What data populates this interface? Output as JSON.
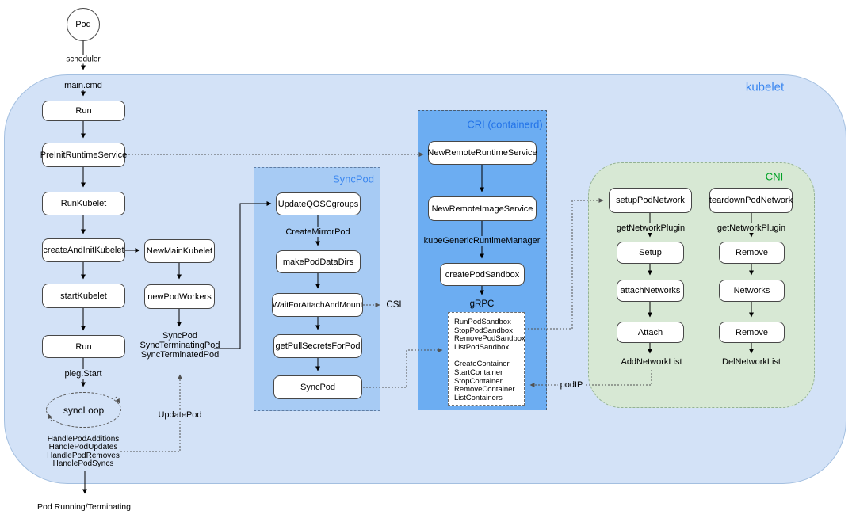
{
  "titles": {
    "kubelet": "kubelet",
    "syncpod": "SyncPod",
    "cri": "CRI (containerd)",
    "cni": "CNI"
  },
  "nodes": {
    "pod": "Pod",
    "run1": "Run",
    "preinit": "PreInitRuntimeService",
    "run_kubelet": "RunKubelet",
    "create_and_init_kubelet": "createAndInitKubelet",
    "start_kubelet": "startKubelet",
    "run2": "Run",
    "sync_loop": "syncLoop",
    "new_main_kubelet": "NewMainKubelet",
    "new_pod_workers": "newPodWorkers",
    "update_qos_cgroups": "UpdateQOSCgroups",
    "make_pod_data_dirs": "makePodDataDirs",
    "wait_for_attach_and_mount": "WaitForAttachAndMount",
    "get_pull_secrets_for_pod": "getPullSecretsForPod",
    "sync_pod": "SyncPod",
    "new_remote_runtime_service": "NewRemoteRuntimeService",
    "new_remote_image_service": "NewRemoteImageService",
    "create_pod_sandbox": "createPodSandbox",
    "setup_pod_network": "setupPodNetwork",
    "teardown_pod_network": "teardownPodNetwork",
    "setup": "Setup",
    "remove_plugin": "Remove",
    "attach_networks": "attachNetworks",
    "networks": "Networks",
    "attach": "Attach",
    "remove_networks": "Remove"
  },
  "labels": {
    "scheduler": "scheduler",
    "main_cmd": "main.cmd",
    "pleg_start": "pleg.Start",
    "update_pod": "UpdatePod",
    "pod_running": "Pod Running/Terminating",
    "create_mirror_pod": "CreateMirrorPod",
    "csi": "CSI",
    "kube_generic_runtime_manager": "kubeGenericRuntimeManager",
    "grpc": "gRPC",
    "pod_ip": "podIP",
    "get_network_plugin_left": "getNetworkPlugin",
    "get_network_plugin_right": "getNetworkPlugin",
    "add_network_list": "AddNetworkList",
    "del_network_list": "DelNetworkList"
  },
  "sync_calls": [
    "SyncPod",
    "SyncTerminatingPod",
    "SyncTerminatedPod"
  ],
  "handle_calls": [
    "HandlePodAdditions",
    "HandlePodUpdates",
    "HandlePodRemoves",
    "HandlePodSyncs"
  ],
  "grpc_sandbox_calls": [
    "RunPodSandbox",
    "StopPodSandbox",
    "RemovePodSandbox",
    "ListPodSandbox"
  ],
  "grpc_container_calls": [
    "CreateContainer",
    "StartContainer",
    "StopContainer",
    "RemoveContainer",
    "ListContainers"
  ],
  "colors": {
    "kubelet_fill": "#d3e2f7",
    "syncpod_fill": "#a7cbf4",
    "cri_fill": "#6cadf2",
    "cni_fill": "#d7e8d4",
    "blue_title": "#3b87f0",
    "green_title": "#00a226"
  }
}
